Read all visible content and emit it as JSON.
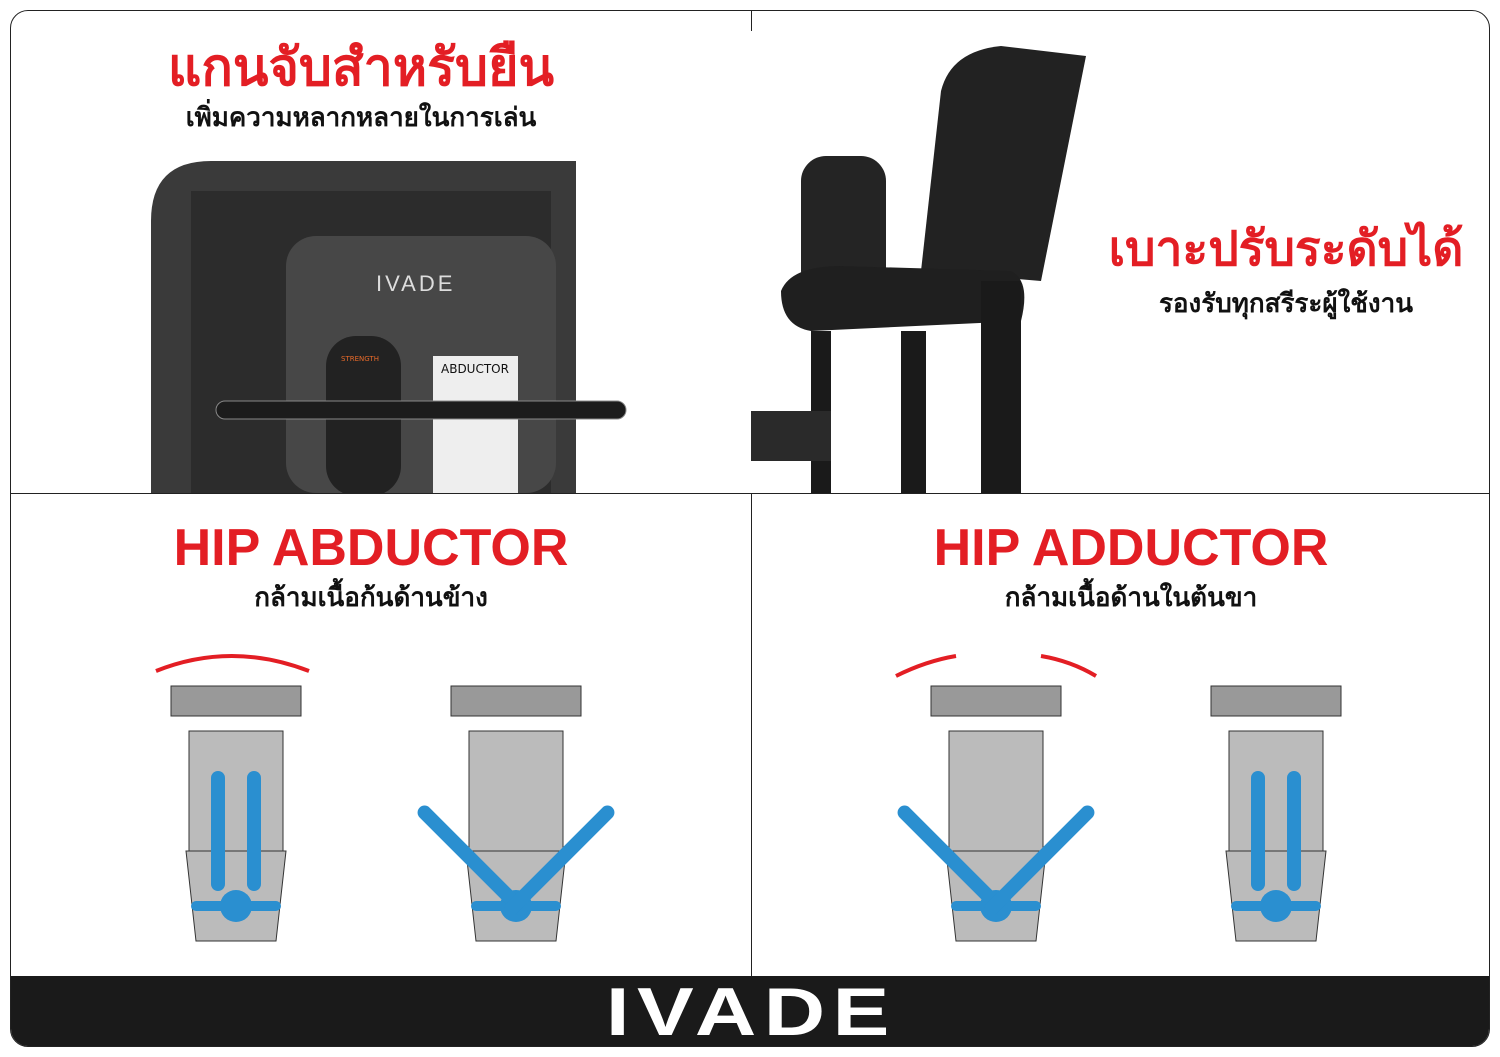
{
  "panels": {
    "handle": {
      "title": "แกนจับสำหรับยืน",
      "subtitle": "เพิ่มความหลากหลายในการเล่น",
      "machine_brand": "IVADE",
      "badge": "STRENGTH",
      "placard": "ABDUCTOR"
    },
    "seat": {
      "title": "เบาะปรับระดับได้",
      "subtitle": "รองรับทุกสรีระผู้ใช้งาน"
    },
    "abductor": {
      "title": "HIP ABDUCTOR",
      "subtitle": "กล้ามเนื้อก้นด้านข้าง"
    },
    "adductor": {
      "title": "HIP ADDUCTOR",
      "subtitle": "กล้ามเนื้อด้านในต้นขา"
    }
  },
  "footer": {
    "logo": "IVADE"
  },
  "colors": {
    "accent": "#e31e24",
    "pad": "#2a8fd0",
    "dark": "#1a1a1a"
  }
}
